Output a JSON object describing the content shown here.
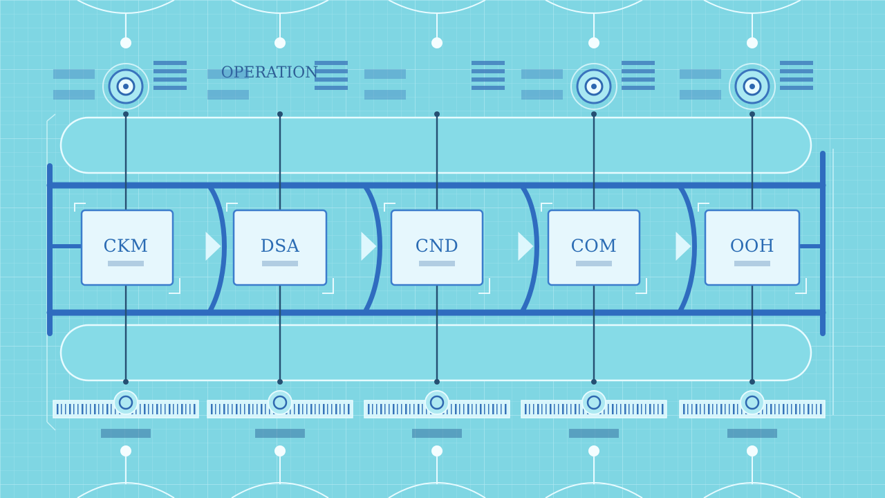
{
  "colors": {
    "background": "#7fd6e3",
    "grid": "#a5e4ee",
    "rail": "#2f6cbf",
    "pill_stroke": "#e7fbff",
    "box_fill": "#e6f7fd",
    "box_stroke": "#3b7ccc",
    "line": "#254f72",
    "text": "#2a6bb3"
  },
  "diagram": {
    "headers": [
      {
        "lines": [
          "",
          ""
        ],
        "has_gear": true
      },
      {
        "lines": [
          "OPERATION",
          ""
        ],
        "has_gear": false
      },
      {
        "lines": [
          "",
          ""
        ],
        "has_gear": false
      },
      {
        "lines": [
          "",
          ""
        ],
        "has_gear": true
      },
      {
        "lines": [
          "",
          ""
        ],
        "has_gear": true
      }
    ],
    "stages": [
      {
        "label": "CKM",
        "sublabel": ""
      },
      {
        "label": "DSA",
        "sublabel": ""
      },
      {
        "label": "CND",
        "sublabel": ""
      },
      {
        "label": "COM",
        "sublabel": ""
      },
      {
        "label": "OOH",
        "sublabel": ""
      }
    ],
    "footers": [
      {
        "label": ""
      },
      {
        "label": ""
      },
      {
        "label": ""
      },
      {
        "label": ""
      },
      {
        "label": ""
      }
    ]
  }
}
